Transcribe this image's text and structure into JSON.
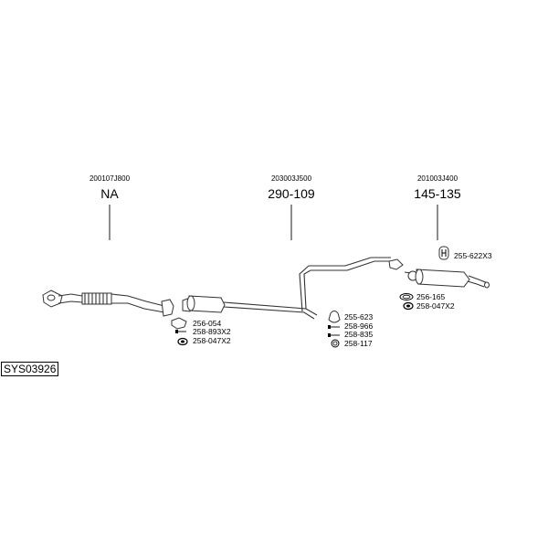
{
  "system_code": "SYS03926",
  "columns": [
    {
      "id": "front",
      "ref": "200107J800",
      "part": "NA"
    },
    {
      "id": "middle",
      "ref": "203003J500",
      "part": "290-109"
    },
    {
      "id": "rear",
      "ref": "201003J400",
      "part": "145-135"
    }
  ],
  "accessories": {
    "front": [
      {
        "code": "256-054",
        "icon": "gasket-icon"
      },
      {
        "code": "258-893X2",
        "icon": "bolt-icon"
      },
      {
        "code": "258-047X2",
        "icon": "spring-icon"
      }
    ],
    "middle": [
      {
        "code": "255-623",
        "icon": "rubber-hanger-icon"
      },
      {
        "code": "258-966",
        "icon": "bolt-icon"
      },
      {
        "code": "258-835",
        "icon": "bolt-icon"
      },
      {
        "code": "258-117",
        "icon": "ring-icon"
      }
    ],
    "rear": [
      {
        "code": "255-622X3",
        "icon": "hanger-icon"
      },
      {
        "code": "256-165",
        "icon": "gasket-ring-icon"
      },
      {
        "code": "258-047X2",
        "icon": "spring-icon"
      }
    ]
  }
}
